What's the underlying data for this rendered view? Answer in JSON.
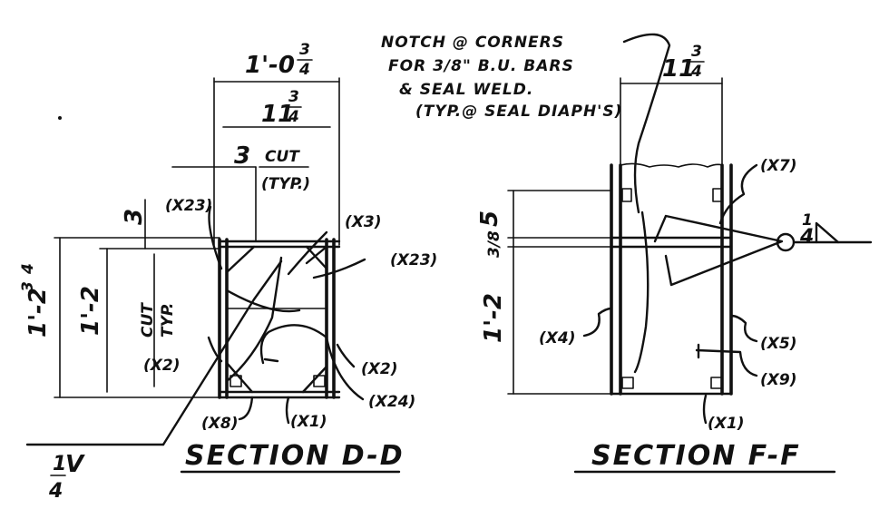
{
  "section_dd": {
    "title": "SECTION D-D",
    "dim_top_whole": "1'-0",
    "dim_top_frac_num": "3",
    "dim_top_frac_den": "4",
    "dim_inner_whole": "11",
    "dim_inner_frac_num": "3",
    "dim_inner_frac_den": "4",
    "dim_cut_width": "3",
    "cut_label": "CUT",
    "cut_typ": "(TYP.)",
    "dim_left_top": "3",
    "dim_overall_whole": "1'-2",
    "dim_overall_frac_num": "3",
    "dim_overall_frac_den": "4",
    "dim_inner_height": "1'-2",
    "cut_vertical": "CUT",
    "cut_vertical_typ": "TYP.",
    "tags": {
      "x23_left": "(X23)",
      "x3": "(X3)",
      "x23_right": "(X23)",
      "x2_left": "(X2)",
      "x2_right": "(X2)",
      "x24": "(X24)",
      "x8": "(X8)",
      "x1": "(X1)"
    },
    "weld_num": "1",
    "weld_den": "4",
    "weld_symbol": "V"
  },
  "section_ff": {
    "title": "SECTION F-F",
    "note_line1": "NOTCH @ CORNERS",
    "note_line2": "FOR 3/8\" B.U. BARS",
    "note_line3": "& SEAL WELD.",
    "note_line4": "(TYP.@ SEAL DIAPH'S)",
    "dim_top_whole": "11",
    "dim_top_frac_num": "3",
    "dim_top_frac_den": "4",
    "dim_left_top": "5",
    "dim_left_mid": "3/8",
    "dim_left_bottom": "1'-2",
    "weld_num": "1",
    "weld_den": "4",
    "tags": {
      "x7": "(X7)",
      "x4": "(X4)",
      "x5": "(X5)",
      "x9": "(X9)",
      "x1": "(X1)"
    }
  }
}
